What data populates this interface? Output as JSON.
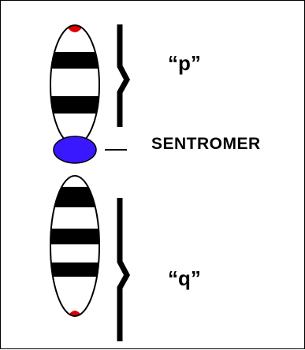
{
  "diagram": {
    "labels": {
      "p_arm": "“p”",
      "centromere": "SENTROMER",
      "q_arm": "“q”"
    },
    "colors": {
      "band": "#000000",
      "telomere": "#e00000",
      "centromere": "#3a18ff",
      "background": "#ffffff"
    }
  }
}
